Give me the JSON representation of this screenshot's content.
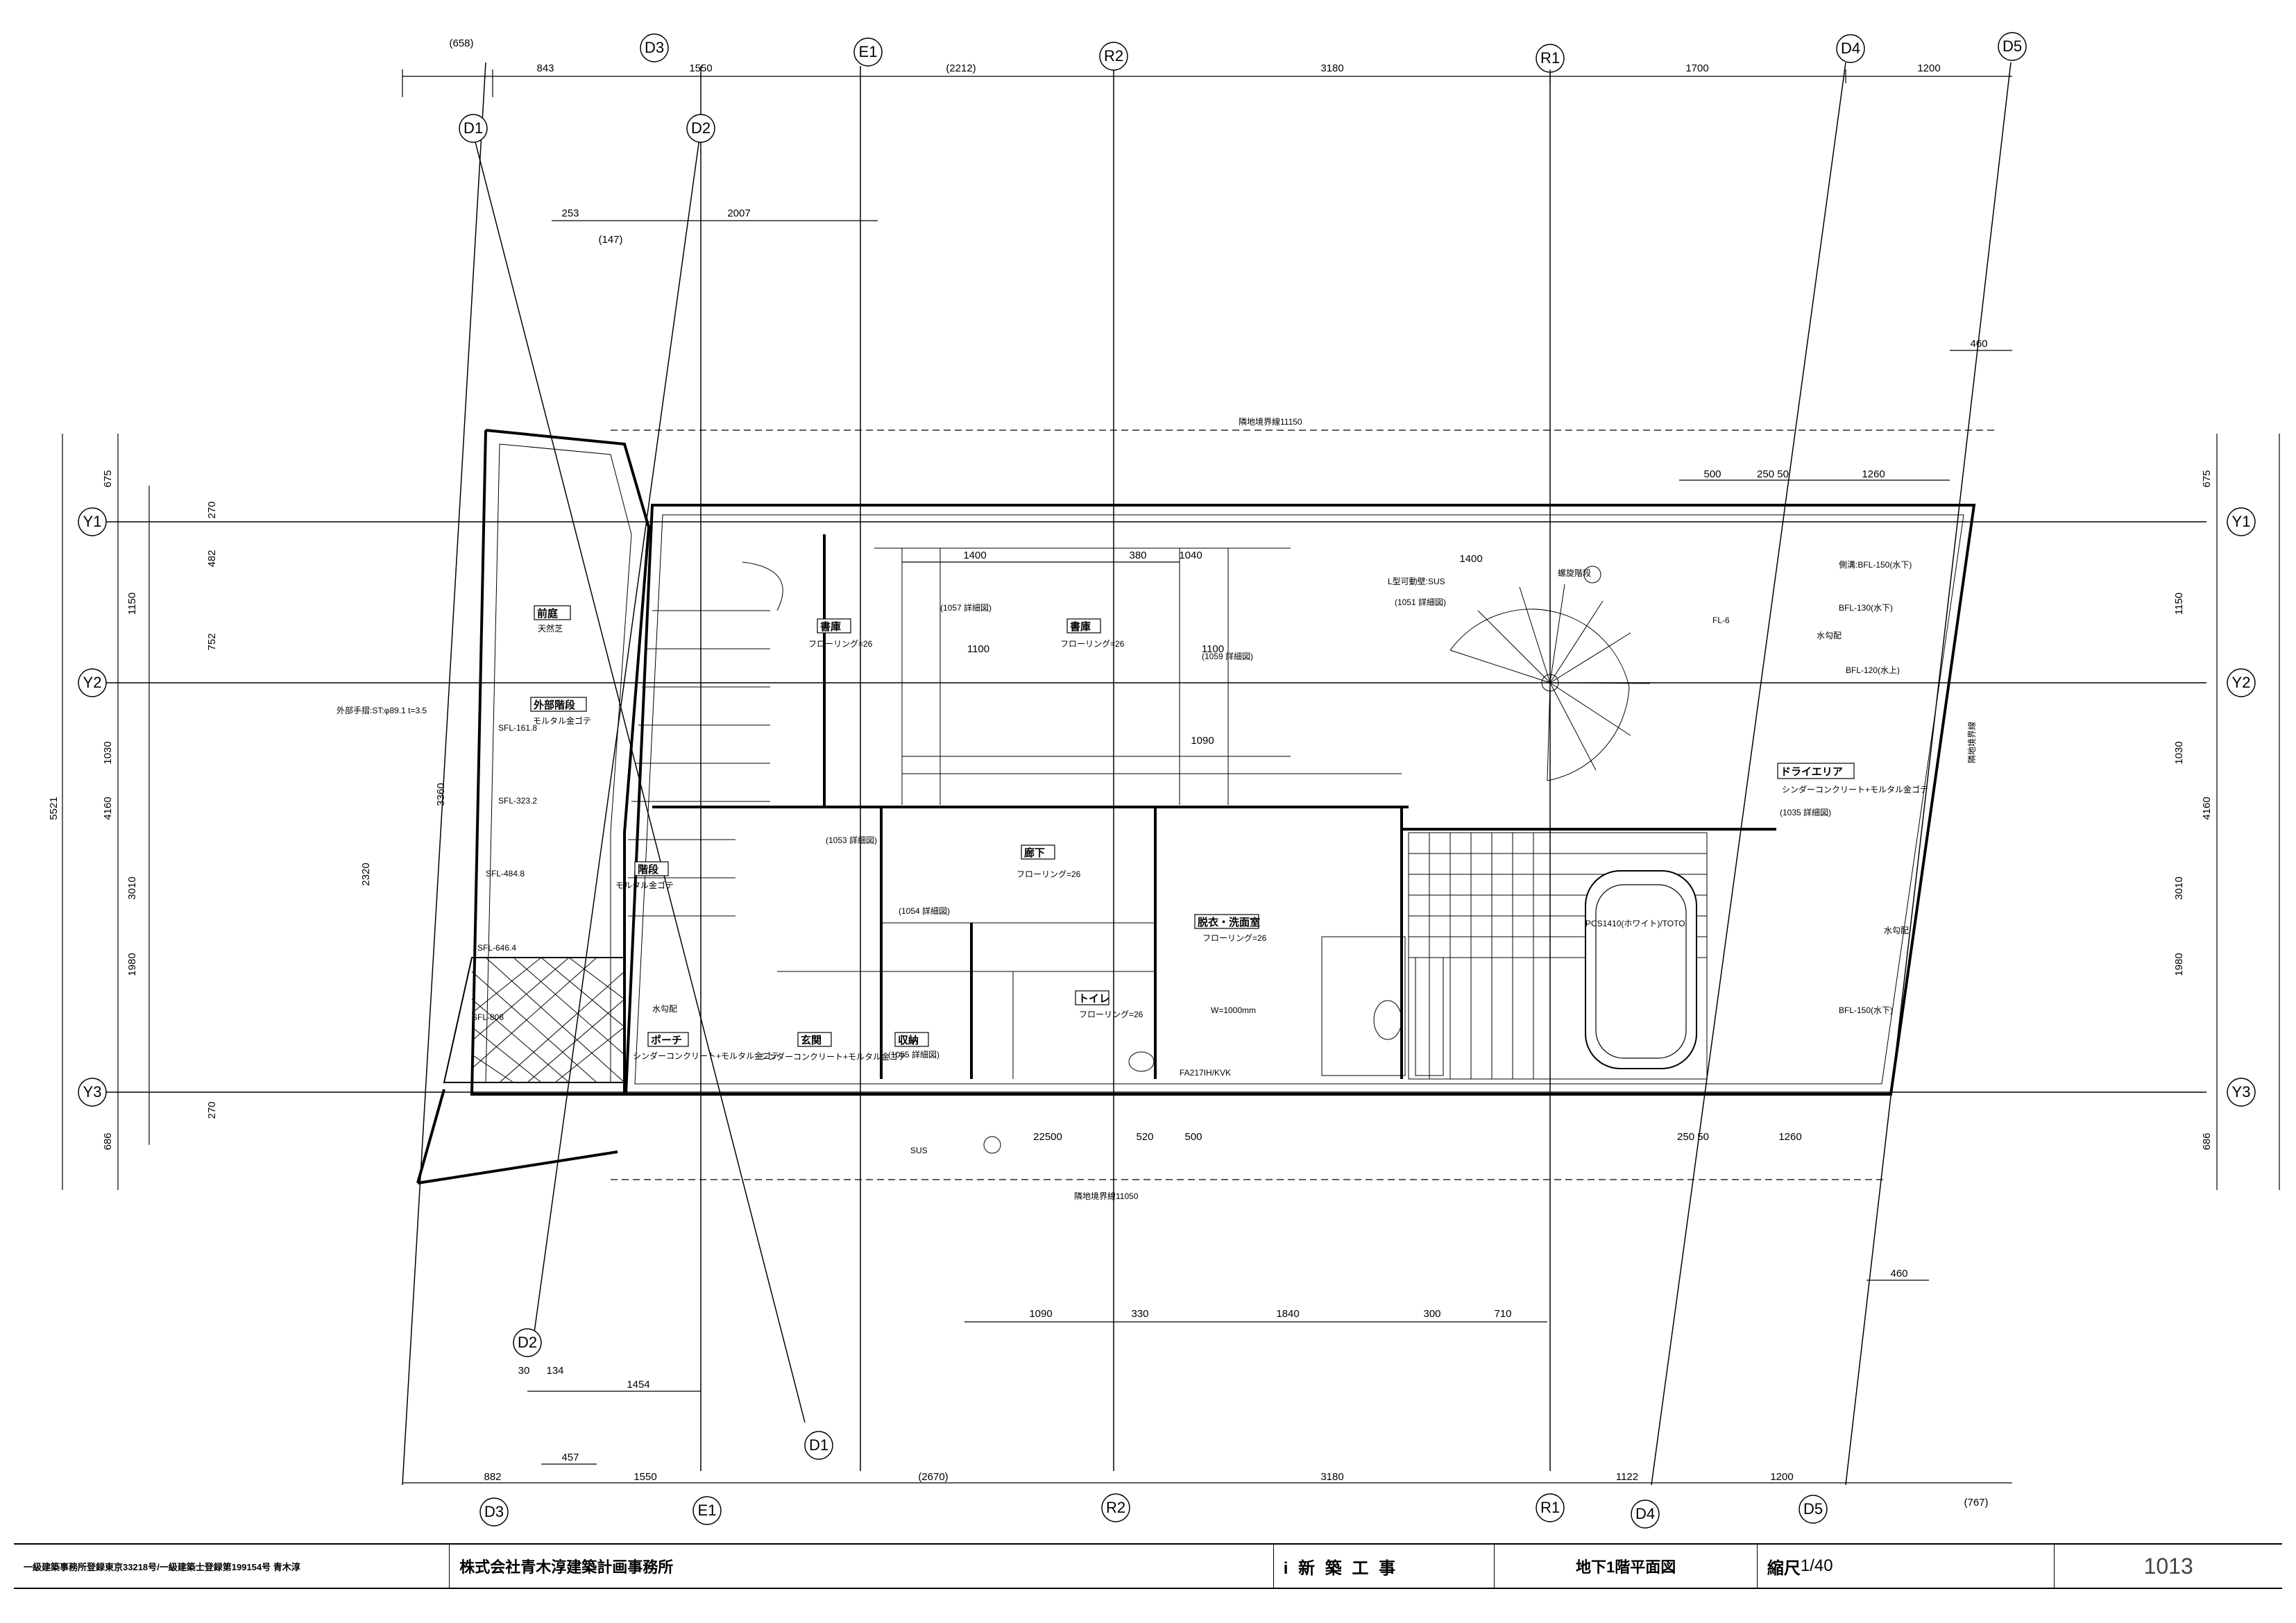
{
  "grid_top": {
    "labels": [
      "D3",
      "E1",
      "R2",
      "R1",
      "D4",
      "D5"
    ],
    "diagonal_labels": [
      "D1",
      "D2"
    ]
  },
  "grid_bottom": {
    "labels": [
      "D3",
      "E1",
      "R2",
      "R1",
      "D4",
      "D5"
    ],
    "diagonal_labels": [
      "D2",
      "D1"
    ]
  },
  "grid_rows": [
    "Y1",
    "Y2",
    "Y3"
  ],
  "dims_top": [
    "(658)",
    "843",
    "1550",
    "(2212)",
    "3180",
    "1700",
    "1200"
  ],
  "dims_top_inner": [
    "253",
    "2007",
    "(147)"
  ],
  "dims_bottom": [
    "882",
    "1550",
    "(2670)",
    "3180",
    "1122",
    "1200",
    "(767)"
  ],
  "dims_bottom_inner": [
    "1090",
    "330",
    "1840",
    "300",
    "710",
    "22500",
    "520",
    "500",
    "250 50",
    "1260"
  ],
  "dims_left": [
    "675",
    "270",
    "1150",
    "482",
    "752",
    "1030",
    "4160",
    "5521",
    "3010",
    "1980",
    "270",
    "686",
    "2320",
    "3360"
  ],
  "dims_right": [
    "675",
    "1150",
    "1030",
    "4160",
    "3010",
    "1980",
    "686"
  ],
  "misc_dims": [
    "1400",
    "380",
    "1040",
    "1100",
    "1100",
    "1090",
    "1400",
    "460",
    "460",
    "500",
    "250 50",
    "1260",
    "1454",
    "457",
    "30",
    "134"
  ],
  "rooms": [
    {
      "name": "前庭",
      "sub": "天然芝"
    },
    {
      "name": "外部階段",
      "sub": "モルタル金ゴテ"
    },
    {
      "name": "階段",
      "sub": "モルタル金ゴテ"
    },
    {
      "name": "書庫",
      "sub": "フローリング=26"
    },
    {
      "name": "書庫",
      "sub": "フローリング=26"
    },
    {
      "name": "廊下",
      "sub": "フローリング=26"
    },
    {
      "name": "脱衣・洗面室",
      "sub": "フローリング=26"
    },
    {
      "name": "トイレ",
      "sub": "フローリング=26"
    },
    {
      "name": "玄関",
      "sub": "シンダーコンクリート+モルタル金ゴテ"
    },
    {
      "name": "収納",
      "sub": "(1055 詳細図)"
    },
    {
      "name": "ポーチ",
      "sub": "シンダーコンクリート+モルタル金ゴテ"
    },
    {
      "name": "ドライエリア",
      "sub": "シンダーコンクリート+モルタル金ゴテ"
    },
    {
      "name": "水勾配",
      "sub": ""
    }
  ],
  "notes": [
    "BFL-130(水下)",
    "BFL-120(水上)",
    "BFL-150(水下)",
    "側溝:BFL-150(水下)",
    "SFL-161.8",
    "SFL-323.2",
    "SFL-484.8",
    "SFL-646.4",
    "SFL-808",
    "FL-6",
    "L型可動壁:SUS",
    "螺旋階段",
    "(1057 詳細図)",
    "(1051 詳細図)",
    "(1059 詳細図)",
    "(1053 詳細図)",
    "(1054 詳細図)",
    "(1035 詳細図)",
    "PCS1410(ホワイト)/TOTO",
    "FA217IH/KVK",
    "W=1000mm",
    "SUS",
    "隣地境界線",
    "隣地境界線11150",
    "隣地境界線11050",
    "外部手摺:ST:φ89.1 t=3.5"
  ],
  "title_block": {
    "registration": "一級建築事務所登録東京33218号/一級建築士登録第199154号 青木淳",
    "firm": "株式会社青木淳建築計画事務所",
    "project": "i 新 築 工 事",
    "drawing": "地下1階平面図",
    "scale_label": "縮尺",
    "scale_value": "1/40",
    "sheet_no": "1013"
  }
}
